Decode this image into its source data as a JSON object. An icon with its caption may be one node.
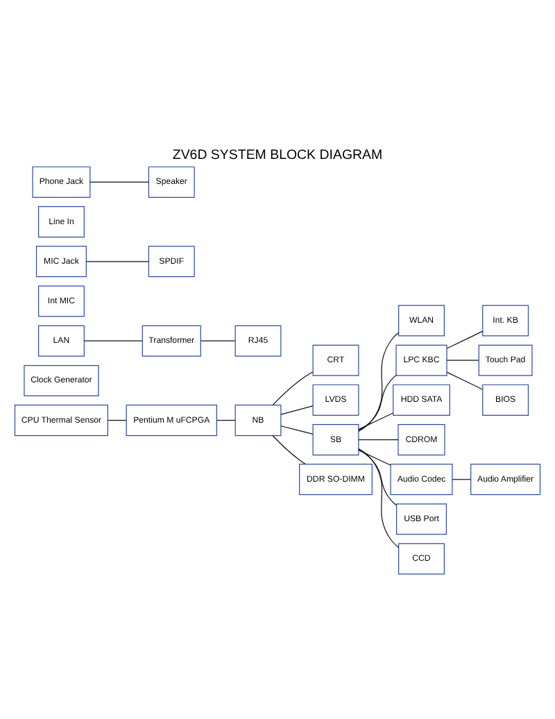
{
  "diagram": {
    "title": "ZV6D SYSTEM BLOCK DIAGRAM",
    "nodes": [
      {
        "text": [
          "CPU Thermal Sensor"
        ]
      },
      {
        "text": [
          "Pentium M uFCPGA"
        ]
      },
      {
        "text": [
          "NB"
        ]
      },
      {
        "text": [
          "CRT"
        ]
      },
      {
        "text": [
          "LVDS"
        ]
      },
      {
        "text": [
          "SB"
        ]
      },
      {
        "text": [
          "DDR SO-DIMM"
        ]
      },
      {
        "text": [
          "Clock Generator"
        ]
      },
      {
        "text": [
          "WLAN"
        ]
      },
      {
        "text": [
          "LAN"
        ]
      },
      {
        "text": [
          "Transformer"
        ]
      },
      {
        "text": [
          "RJ45"
        ]
      },
      {
        "text": [
          "LPC KBC"
        ]
      },
      {
        "text": [
          "Int. KB"
        ]
      },
      {
        "text": [
          "Touch Pad"
        ]
      },
      {
        "text": [
          "BIOS"
        ]
      },
      {
        "text": [
          "HDD SATA"
        ]
      },
      {
        "text": [
          "CDROM"
        ]
      },
      {
        "text": [
          "Int MIC"
        ]
      },
      {
        "text": [
          "Audio Codec"
        ]
      },
      {
        "text": [
          "MIC Jack"
        ]
      },
      {
        "text": [
          "Line In"
        ]
      },
      {
        "text": [
          "SPDIF"
        ]
      },
      {
        "text": [
          "Phone Jack"
        ]
      },
      {
        "text": [
          "Speaker"
        ]
      },
      {
        "text": [
          "Audio Amplifier"
        ]
      },
      {
        "text": [
          "USB Port"
        ]
      },
      {
        "text": [
          "CCD"
        ]
      }
    ],
    "edges": [
      {
        "from": 0,
        "to": 1,
        "arrow": "none"
      },
      {
        "from": 1,
        "to": 2,
        "arrow": "none"
      },
      {
        "from": 2,
        "to": 3,
        "arrow": "none"
      },
      {
        "from": 2,
        "to": 4,
        "arrow": "none"
      },
      {
        "from": 2,
        "to": 5,
        "arrow": "none"
      },
      {
        "from": 2,
        "to": 6,
        "arrow": "none"
      },
      {
        "from": 5,
        "to": 8,
        "arrow": "none"
      },
      {
        "from": 9,
        "to": 10,
        "arrow": "none"
      },
      {
        "from": 10,
        "to": 11,
        "arrow": "none"
      },
      {
        "from": 5,
        "to": 12,
        "arrow": "none"
      },
      {
        "from": 12,
        "to": 13,
        "arrow": "none"
      },
      {
        "from": 12,
        "to": 14,
        "arrow": "none"
      },
      {
        "from": 12,
        "to": 15,
        "arrow": "none"
      },
      {
        "from": 5,
        "to": 16,
        "arrow": "none"
      },
      {
        "from": 5,
        "to": 17,
        "arrow": "none"
      },
      {
        "from": 5,
        "to": 19,
        "arrow": "none"
      },
      {
        "from": 19,
        "to": 25,
        "arrow": "none"
      },
      {
        "from": 5,
        "to": 26,
        "arrow": "none"
      },
      {
        "from": 5,
        "to": 27,
        "arrow": "none"
      },
      {
        "from": 20,
        "to": 22,
        "arrow": "none"
      },
      {
        "from": 23,
        "to": 24,
        "arrow": "none"
      }
    ]
  }
}
